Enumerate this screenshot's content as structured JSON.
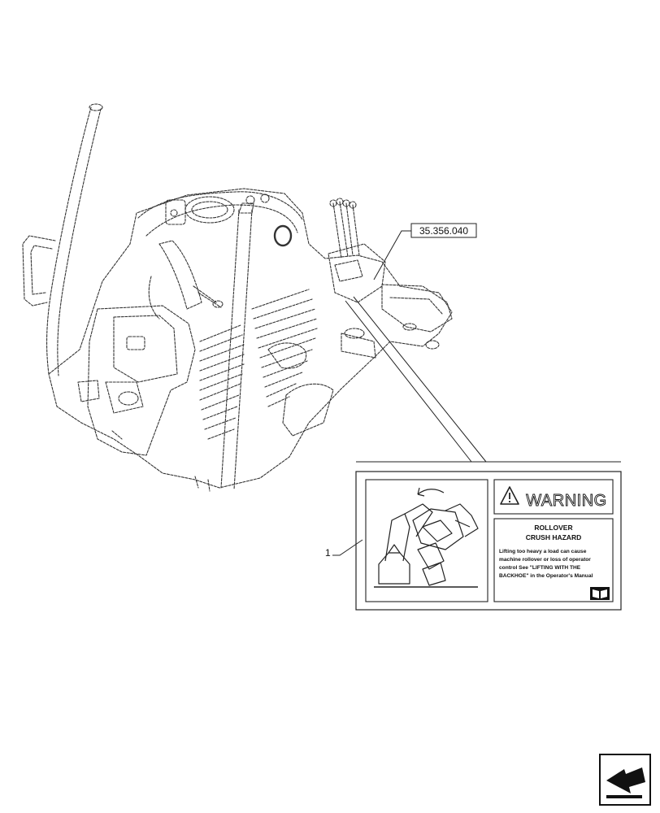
{
  "reference_label": "35.356.040",
  "callout_number": "1",
  "decal": {
    "warning_title": "WARNING",
    "hazard_line1": "ROLLOVER",
    "hazard_line2": "CRUSH HAZARD",
    "body_lines": [
      "Lifting too heavy a load can cause",
      "machine rollover or loss of operator",
      "control See \"LIFTING WITH THE",
      "BACKHOE\" in the Operator's Manual"
    ]
  },
  "icons": {
    "warning": "warning-triangle-icon",
    "manual": "operator-manual-book-icon",
    "page_nav": "previous-page-arrow-icon"
  },
  "colors": {
    "line": "#1a1a1a",
    "paper": "#ffffff"
  }
}
